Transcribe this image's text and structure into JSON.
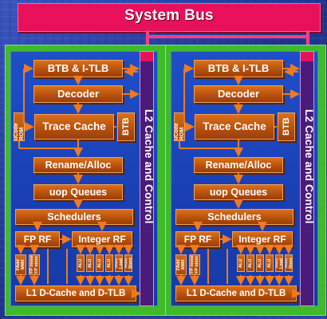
{
  "system_bus": {
    "label": "System Bus"
  },
  "colors": {
    "bus": "#e8105a",
    "core_frame": "#3fba2a",
    "core_inner": "#1e4fc8",
    "l2": "#4a1b7a",
    "block": "#c45e12",
    "arrow": "#f07a20"
  },
  "cores": [
    {
      "l2_label": "L2 Cache and Control",
      "btb_itlb": "BTB & I-TLB",
      "decoder": "Decoder",
      "trace_cache": "Trace Cache",
      "ucode_rom": "uCode ROM",
      "btb": "BTB",
      "rename_alloc": "Rename/Alloc",
      "uop_queues": "uop Queues",
      "schedulers": "Schedulers",
      "fp_rf": "FP RF",
      "integer_rf": "Integer RF",
      "fp_units": [
        "FMul FAdd MMX SSE",
        "FP move FP store"
      ],
      "int_units": [
        "ALU",
        "ALU",
        "ALU",
        "ALU",
        "AGU Load",
        "AGU Store"
      ],
      "l1": "L1 D-Cache and D-TLB"
    },
    {
      "l2_label": "L2 Cache and Control",
      "btb_itlb": "BTB & I-TLB",
      "decoder": "Decoder",
      "trace_cache": "Trace Cache",
      "ucode_rom": "uCode ROM",
      "btb": "BTB",
      "rename_alloc": "Rename/Alloc",
      "uop_queues": "uop Queues",
      "schedulers": "Schedulers",
      "fp_rf": "FP RF",
      "integer_rf": "Integer RF",
      "fp_units": [
        "FMul FAdd MMX SSE",
        "FP move FP store"
      ],
      "int_units": [
        "ALU",
        "ALU",
        "ALU",
        "ALU",
        "AGU Load",
        "AGU Store"
      ],
      "l1": "L1 D-Cache and D-TLB"
    }
  ]
}
